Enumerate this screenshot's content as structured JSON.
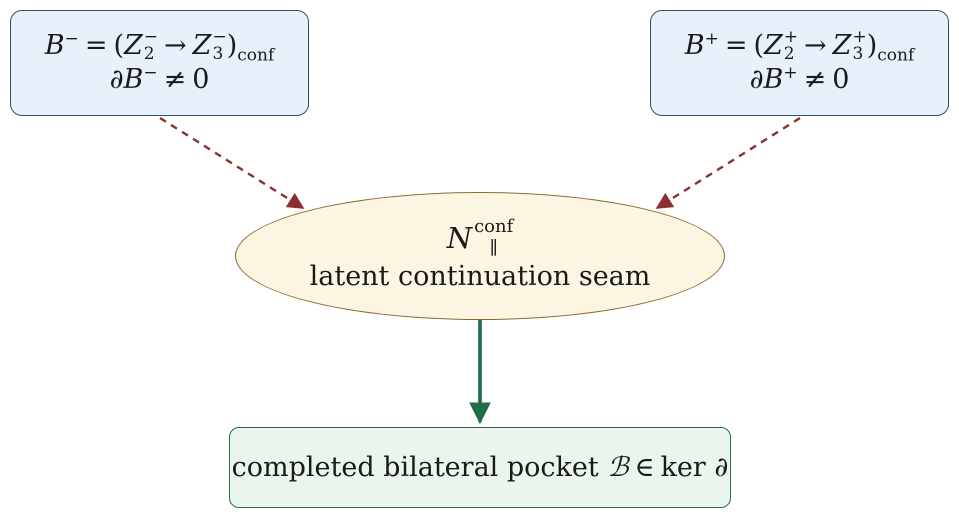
{
  "nodes": {
    "left": {
      "line1": {
        "lhs": "B",
        "lhs_sup": "−",
        "eq": "=",
        "open": "(",
        "z1": "Z",
        "z1_sub": "2",
        "z1_sup": "−",
        "arrow": "→",
        "z2": "Z",
        "z2_sub": "3",
        "z2_sup": "−",
        "close": ")",
        "close_sub": "conf"
      },
      "line2": {
        "partial": "∂",
        "b": "B",
        "b_sup": "−",
        "neq": "≠",
        "zero": "0"
      }
    },
    "right": {
      "line1": {
        "lhs": "B",
        "lhs_sup": "+",
        "eq": "=",
        "open": "(",
        "z1": "Z",
        "z1_sub": "2",
        "z1_sup": "+",
        "arrow": "→",
        "z2": "Z",
        "z2_sub": "3",
        "z2_sup": "+",
        "close": ")",
        "close_sub": "conf"
      },
      "line2": {
        "partial": "∂",
        "b": "B",
        "b_sup": "+",
        "neq": "≠",
        "zero": "0"
      }
    },
    "center": {
      "symbol": "N",
      "symbol_sup": "conf",
      "symbol_sub": "∥",
      "label": "latent continuation seam"
    },
    "bottom": {
      "text": "completed bilateral pocket",
      "symbol": "ℬ",
      "in": "∈",
      "ker": "ker",
      "partial": "∂"
    }
  },
  "colors": {
    "blue_fill": "#e8f0fa",
    "blue_stroke": "#2f4d78",
    "ellipse_fill": "#fbf5e2",
    "ellipse_stroke": "#8a6a30",
    "green_fill": "#eaf5ee",
    "green_stroke": "#2e6b49",
    "dashed_arrow": "#8b2f2f",
    "solid_arrow": "#1f6b4a"
  },
  "edges": [
    {
      "from": "left",
      "to": "center",
      "style": "dashed"
    },
    {
      "from": "right",
      "to": "center",
      "style": "dashed"
    },
    {
      "from": "center",
      "to": "bottom",
      "style": "solid"
    }
  ]
}
